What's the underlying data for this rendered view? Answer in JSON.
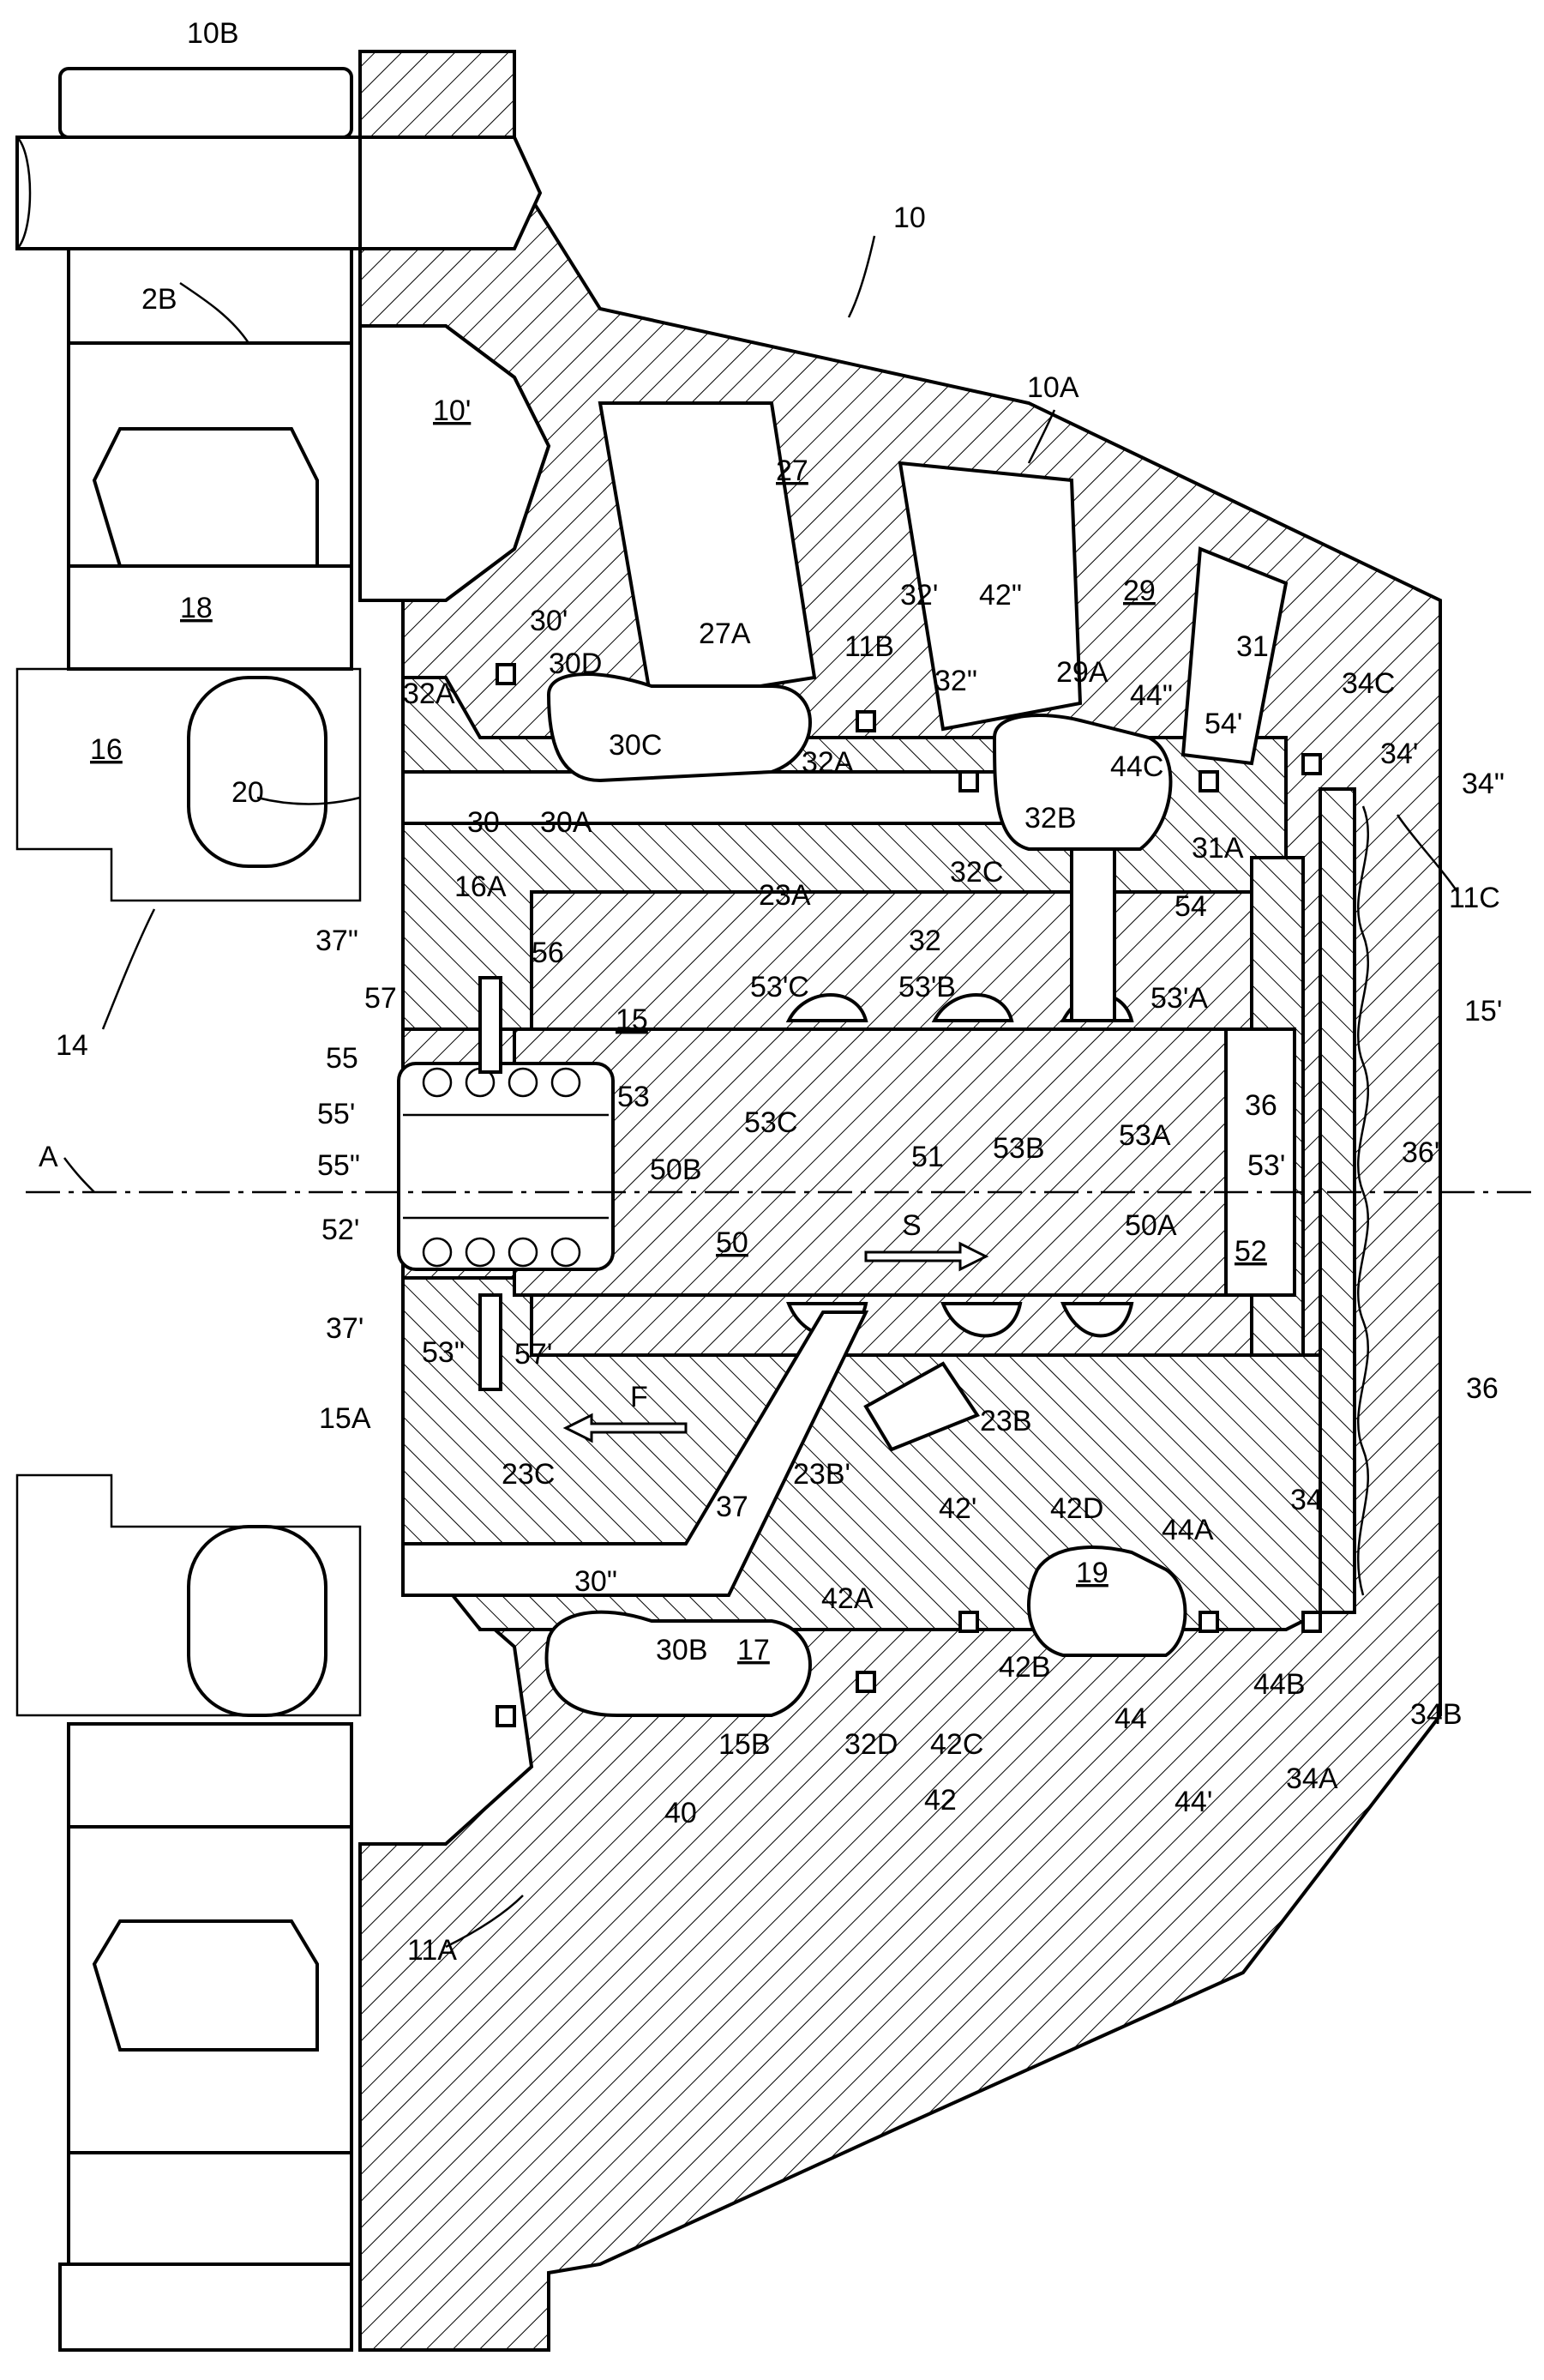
{
  "labels": {
    "l_10B": "10B",
    "l_10": "10",
    "l_2B": "2B",
    "l_10prime": "10'",
    "l_10A": "10A",
    "l_27": "27",
    "l_29": "29",
    "l_18": "18",
    "l_30prime": "30'",
    "l_30D": "30D",
    "l_27A": "27A",
    "l_32prime": "32'",
    "l_42dprime": "42\"",
    "l_11B": "11B",
    "l_32dprime": "32\"",
    "l_29A": "29A",
    "l_31": "31",
    "l_44dprime": "44\"",
    "l_34C": "34C",
    "l_54prime": "54'",
    "l_32A_top": "32A",
    "l_16": "16",
    "l_30C": "30C",
    "l_32A_mid": "32A",
    "l_44C": "44C",
    "l_34prime": "34'",
    "l_34dprime": "34\"",
    "l_20": "20",
    "l_30": "30",
    "l_30A": "30A",
    "l_32B": "32B",
    "l_31A": "31A",
    "l_11C": "11C",
    "l_16A": "16A",
    "l_23A": "23A",
    "l_32C": "32C",
    "l_54": "54",
    "l_37dprime": "37\"",
    "l_56": "56",
    "l_32": "32",
    "l_14": "14",
    "l_57": "57",
    "l_15": "15",
    "l_53primeC": "53'C",
    "l_53primeB": "53'B",
    "l_53primeA": "53'A",
    "l_15prime": "15'",
    "l_55": "55",
    "l_53": "53",
    "l_36_top": "36",
    "l_55prime": "55'",
    "l_53C": "53C",
    "l_51": "51",
    "l_53B": "53B",
    "l_53A": "53A",
    "l_53prime": "53'",
    "l_A": "A",
    "l_55dprime": "55\"",
    "l_50B": "50B",
    "l_36prime": "36'",
    "l_52prime": "52'",
    "l_S": "S",
    "l_50A": "50A",
    "l_50": "50",
    "l_52": "52",
    "l_37prime": "37'",
    "l_53dprime": "53\"",
    "l_57prime": "57'",
    "l_23B": "23B",
    "l_36_bot": "36",
    "l_15A": "15A",
    "l_F": "F",
    "l_23C": "23C",
    "l_37": "37",
    "l_23Bprime": "23B'",
    "l_42prime": "42'",
    "l_42D": "42D",
    "l_44A": "44A",
    "l_34": "34",
    "l_19": "19",
    "l_30dprime": "30\"",
    "l_42A": "42A",
    "l_30B": "30B",
    "l_17": "17",
    "l_42B": "42B",
    "l_44B": "44B",
    "l_34B": "34B",
    "l_15B": "15B",
    "l_32D": "32D",
    "l_42C": "42C",
    "l_44": "44",
    "l_34A": "34A",
    "l_40": "40",
    "l_42": "42",
    "l_44prime": "44'",
    "l_11A": "11A"
  }
}
